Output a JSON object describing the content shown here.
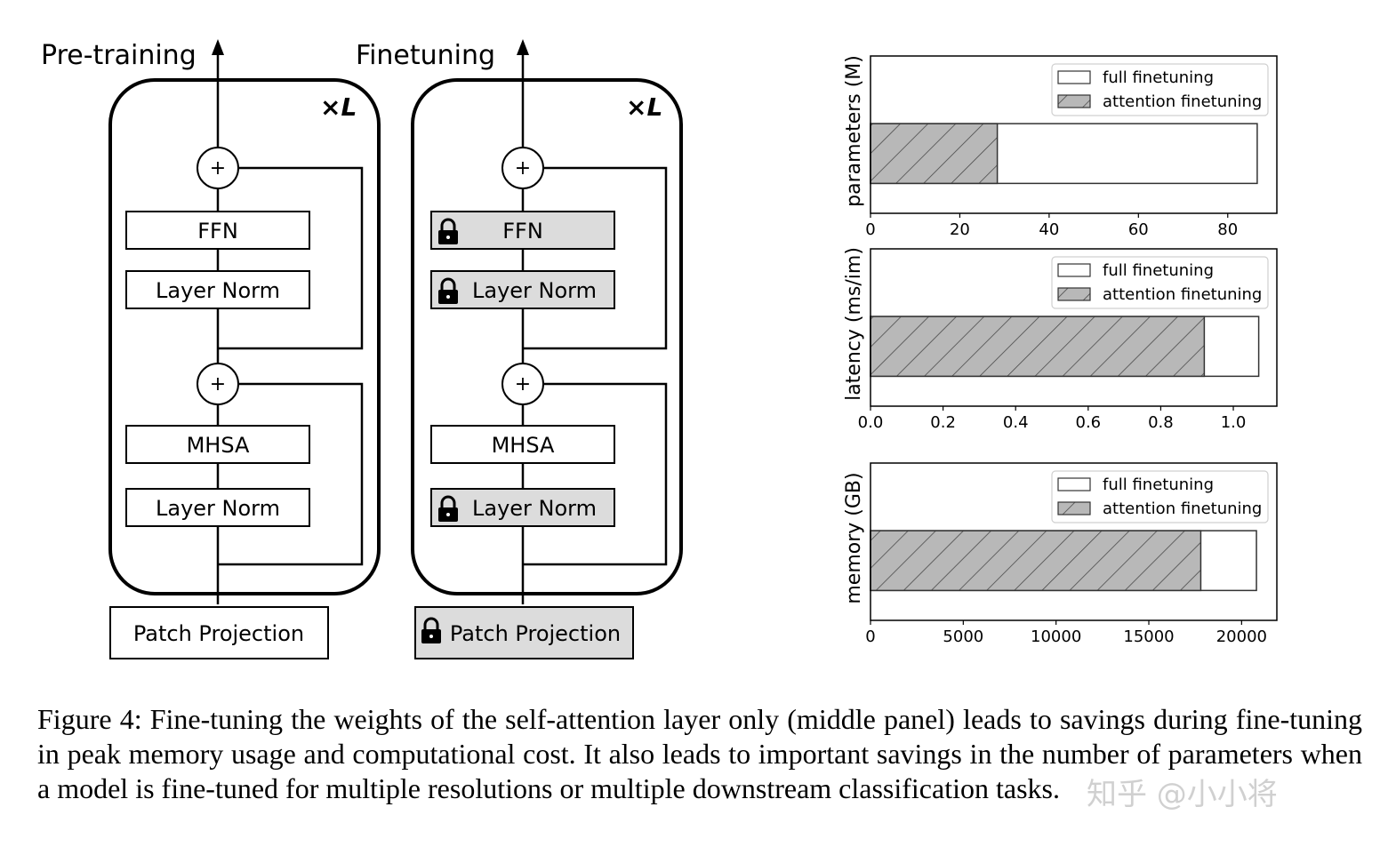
{
  "diagram": {
    "pretraining": {
      "title": "Pre-training",
      "repeat": "×L",
      "blocks": [
        "FFN",
        "Layer Norm",
        "MHSA",
        "Layer Norm"
      ],
      "frozen": [
        false,
        false,
        false,
        false
      ],
      "patch": "Patch Projection",
      "patch_frozen": false
    },
    "finetuning": {
      "title": "Finetuning",
      "repeat": "×L",
      "blocks": [
        "FFN",
        "Layer Norm",
        "MHSA",
        "Layer Norm"
      ],
      "frozen": [
        true,
        true,
        false,
        true
      ],
      "patch": "Patch Projection",
      "patch_frozen": true
    },
    "plus": "+",
    "colors": {
      "frozen_fill": "#dcdcdc",
      "open_fill": "#ffffff",
      "stroke": "#000000"
    },
    "icons": {
      "frozen": "lock-icon"
    }
  },
  "chart_data": [
    {
      "type": "bar",
      "ylabel": "parameters (M)",
      "xticks": [
        0,
        20,
        40,
        60,
        80
      ],
      "xtick_labels": [
        "0",
        "20",
        "40",
        "60",
        "80"
      ],
      "xlim": [
        0,
        91
      ],
      "series": [
        {
          "name": "full finetuning",
          "value": 86.6
        },
        {
          "name": "attention finetuning",
          "value": 28.4
        }
      ],
      "legend": "top-right",
      "grid": false
    },
    {
      "type": "bar",
      "ylabel": "latency (ms/im)",
      "xticks": [
        0,
        0.2,
        0.4,
        0.6,
        0.8,
        1.0
      ],
      "xtick_labels": [
        "0.0",
        "0.2",
        "0.4",
        "0.6",
        "0.8",
        "1.0"
      ],
      "xlim": [
        0,
        1.12
      ],
      "series": [
        {
          "name": "full finetuning",
          "value": 1.07
        },
        {
          "name": "attention finetuning",
          "value": 0.92
        }
      ],
      "legend": "top-right",
      "grid": false
    },
    {
      "type": "bar",
      "ylabel": "memory (GB)",
      "xticks": [
        0,
        5000,
        10000,
        15000,
        20000
      ],
      "xtick_labels": [
        "0",
        "5000",
        "10000",
        "15000",
        "20000"
      ],
      "xlim": [
        0,
        21900
      ],
      "series": [
        {
          "name": "full finetuning",
          "value": 20800
        },
        {
          "name": "attention finetuning",
          "value": 17800
        }
      ],
      "legend": "top-right",
      "grid": false
    }
  ],
  "caption": "Figure 4: Fine-tuning the weights of the self-attention layer only (middle panel) leads to savings during fine-tuning in peak memory usage and computational cost.  It also leads to important savings in the number of parameters when a model is fine-tuned for multiple resolutions or multiple downstream classification tasks.",
  "watermark": "知乎 @小小将"
}
